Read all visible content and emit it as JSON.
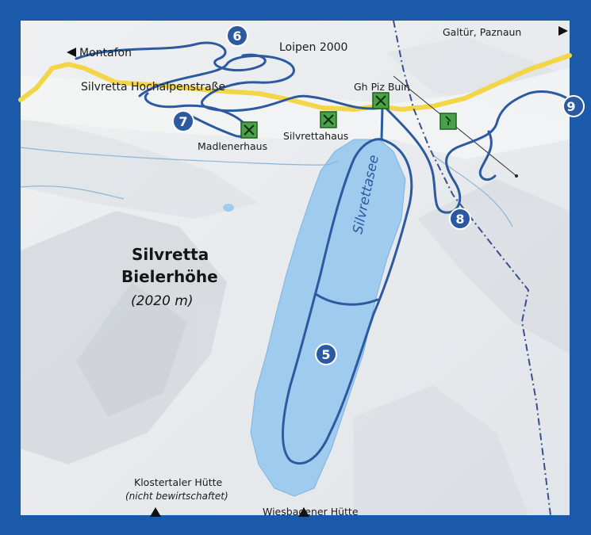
{
  "frame": {
    "border_color": "#1a5aa8"
  },
  "colors": {
    "lake": "#9ecbee",
    "trail": "#2c5aa0",
    "road": "#f3d548",
    "terrain": "#e9ebee"
  },
  "labels": {
    "loipen": "Loipen 2000",
    "montafon": "Montafon",
    "galtuer": "Galtür, Paznaun",
    "hochalpenstrasse": "Silvretta Hochalpenstraße",
    "gh_piz_buin": "Gh Piz Buin",
    "silvrettahaus": "Silvrettahaus",
    "madlenerhaus": "Madlenerhaus",
    "silvrettasee": "Silvrettasee",
    "klostertaler": "Klostertaler Hütte",
    "nicht_bewirtschaftet": "(nicht bewirtschaftet)",
    "wiesbadener": "Wiesbadener Hütte"
  },
  "area": {
    "name_line1": "Silvretta",
    "name_line2": "Bielerhöhe",
    "elevation": "(2020 m)"
  },
  "trails": [
    {
      "number": "5"
    },
    {
      "number": "6"
    },
    {
      "number": "7"
    },
    {
      "number": "8"
    },
    {
      "number": "9"
    }
  ],
  "icons": {
    "restaurant": "restaurant-icon",
    "lift": "lift-icon",
    "arrow_left": "arrow-left-icon",
    "arrow_right": "arrow-right-icon",
    "hut": "hut-icon"
  }
}
